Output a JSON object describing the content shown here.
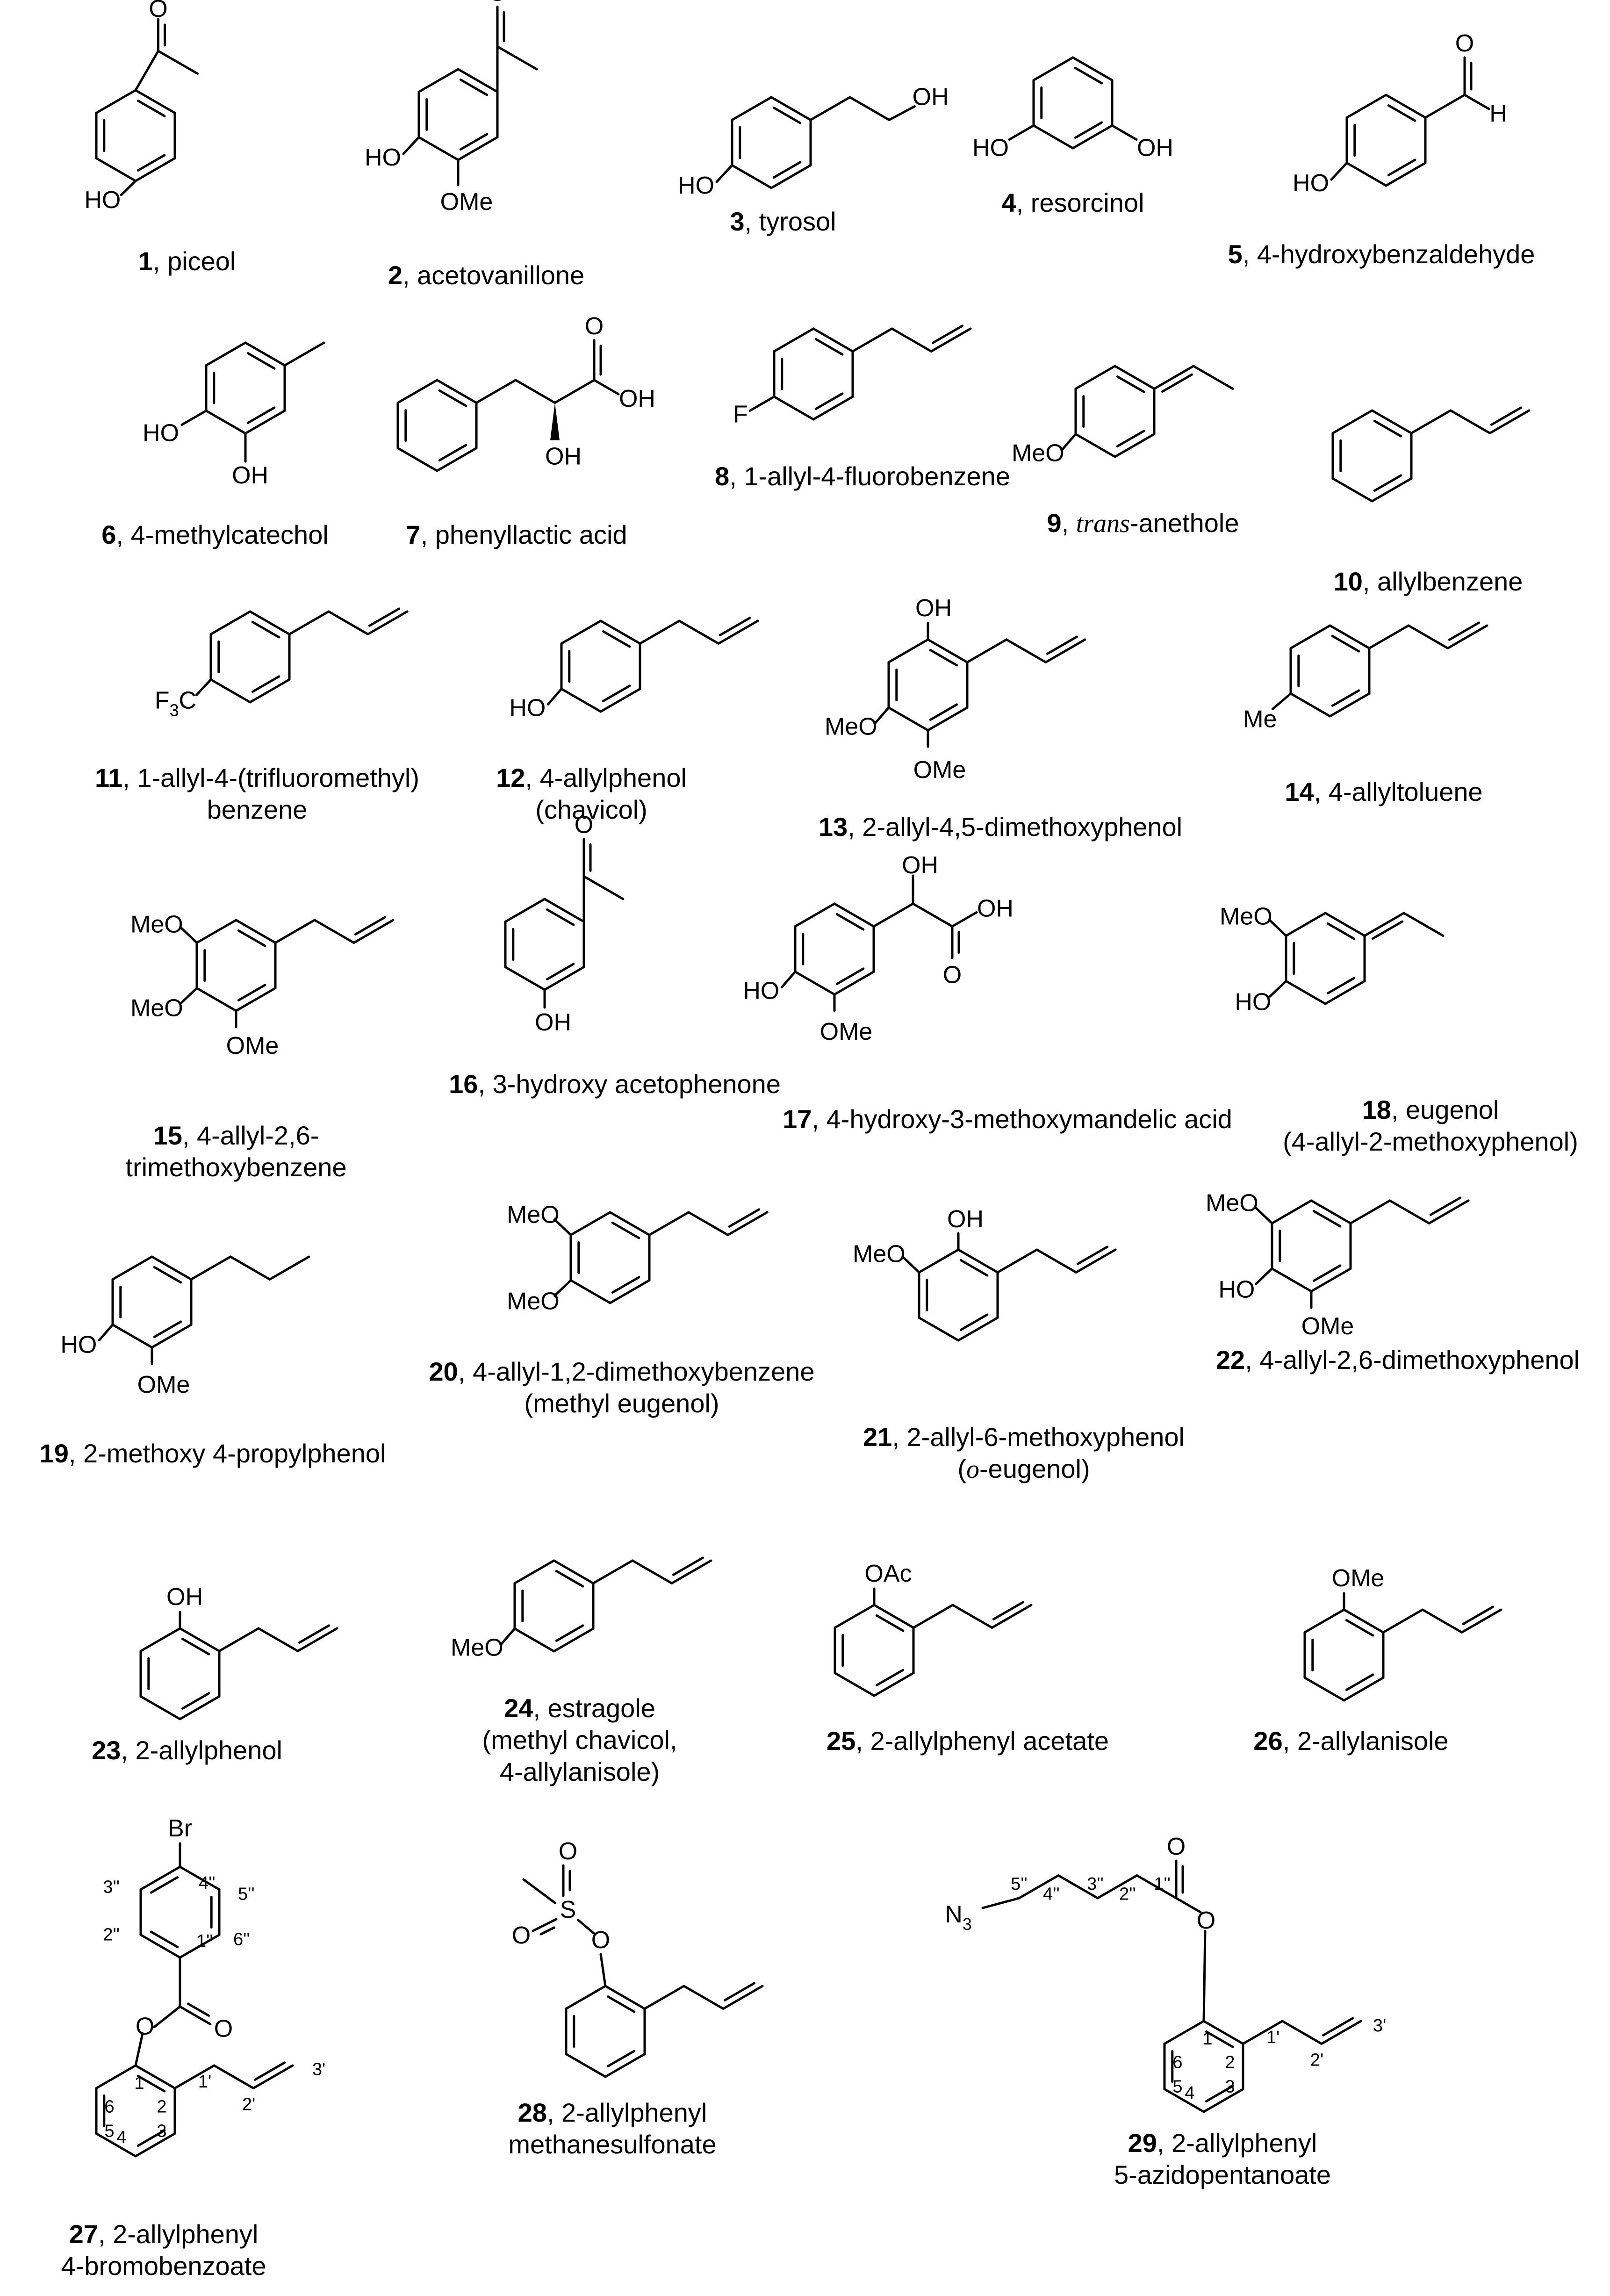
{
  "compounds": [
    {
      "num": "1",
      "lines": [
        [
          {
            "t": ", piceol"
          }
        ]
      ],
      "atoms": [
        "HO",
        "O"
      ]
    },
    {
      "num": "2",
      "lines": [
        [
          {
            "t": ", acetovanillone"
          }
        ]
      ],
      "atoms": [
        "HO",
        "OMe",
        "O"
      ]
    },
    {
      "num": "3",
      "lines": [
        [
          {
            "t": ", tyrosol"
          }
        ]
      ],
      "atoms": [
        "HO",
        "OH"
      ]
    },
    {
      "num": "4",
      "lines": [
        [
          {
            "t": ", resorcinol"
          }
        ]
      ],
      "atoms": [
        "HO",
        "OH"
      ]
    },
    {
      "num": "5",
      "lines": [
        [
          {
            "t": ", 4-hydroxybenzaldehyde"
          }
        ]
      ],
      "atoms": [
        "HO",
        "O",
        "H"
      ]
    },
    {
      "num": "6",
      "lines": [
        [
          {
            "t": ", 4-methylcatechol"
          }
        ]
      ],
      "atoms": [
        "HO",
        "OH"
      ]
    },
    {
      "num": "7",
      "lines": [
        [
          {
            "t": ", phenyllactic acid"
          }
        ]
      ],
      "atoms": [
        "O",
        "OH",
        "OH"
      ]
    },
    {
      "num": "8",
      "lines": [
        [
          {
            "t": ", 1-allyl-4-fluorobenzene"
          }
        ]
      ],
      "atoms": [
        "F"
      ]
    },
    {
      "num": "9",
      "lines": [
        [
          {
            "t": ", "
          },
          {
            "t": "trans",
            "i": true
          },
          {
            "t": "-anethole"
          }
        ]
      ],
      "atoms": [
        "MeO"
      ]
    },
    {
      "num": "10",
      "lines": [
        [
          {
            "t": ", allylbenzene"
          }
        ]
      ],
      "atoms": []
    },
    {
      "num": "11",
      "lines": [
        [
          {
            "t": ", 1-allyl-4-(trifluoromethyl)"
          }
        ],
        [
          {
            "t": "benzene"
          }
        ]
      ],
      "atoms": [
        "F3C"
      ]
    },
    {
      "num": "12",
      "lines": [
        [
          {
            "t": ", 4-allylphenol"
          }
        ],
        [
          {
            "t": "(chavicol)"
          }
        ]
      ],
      "atoms": [
        "HO"
      ]
    },
    {
      "num": "13",
      "lines": [
        [
          {
            "t": ", 2-allyl-4,5-dimethoxyphenol"
          }
        ]
      ],
      "atoms": [
        "OH",
        "MeO",
        "OMe"
      ]
    },
    {
      "num": "14",
      "lines": [
        [
          {
            "t": ", 4-allyltoluene"
          }
        ]
      ],
      "atoms": [
        "Me"
      ]
    },
    {
      "num": "15",
      "lines": [
        [
          {
            "t": ", 4-allyl-2,6-"
          }
        ],
        [
          {
            "t": "trimethoxybenzene"
          }
        ]
      ],
      "atoms": [
        "MeO",
        "MeO",
        "OMe"
      ]
    },
    {
      "num": "16",
      "lines": [
        [
          {
            "t": ", 3-hydroxy acetophenone"
          }
        ]
      ],
      "atoms": [
        "O",
        "OH"
      ]
    },
    {
      "num": "17",
      "lines": [
        [
          {
            "t": ", 4-hydroxy-3-methoxymandelic acid"
          }
        ]
      ],
      "atoms": [
        "OH",
        "OH",
        "O",
        "HO",
        "OMe"
      ]
    },
    {
      "num": "18",
      "lines": [
        [
          {
            "t": ", eugenol"
          }
        ],
        [
          {
            "t": "(4-allyl-2-methoxyphenol)"
          }
        ]
      ],
      "atoms": [
        "MeO",
        "HO"
      ]
    },
    {
      "num": "19",
      "lines": [
        [
          {
            "t": ", 2-methoxy 4-propylphenol"
          }
        ]
      ],
      "atoms": [
        "HO",
        "OMe"
      ]
    },
    {
      "num": "20",
      "lines": [
        [
          {
            "t": ", 4-allyl-1,2-dimethoxybenzene"
          }
        ],
        [
          {
            "t": "(methyl eugenol)"
          }
        ]
      ],
      "atoms": [
        "MeO",
        "MeO"
      ]
    },
    {
      "num": "21",
      "lines": [
        [
          {
            "t": ", 2-allyl-6-methoxyphenol"
          }
        ],
        [
          {
            "t": "("
          },
          {
            "t": "o",
            "i": true
          },
          {
            "t": "-eugenol)"
          }
        ]
      ],
      "atoms": [
        "OH",
        "MeO"
      ]
    },
    {
      "num": "22",
      "lines": [
        [
          {
            "t": ", 4-allyl-2,6-dimethoxyphenol"
          }
        ]
      ],
      "atoms": [
        "MeO",
        "HO",
        "OMe"
      ]
    },
    {
      "num": "23",
      "lines": [
        [
          {
            "t": ", 2-allylphenol"
          }
        ]
      ],
      "atoms": [
        "OH"
      ]
    },
    {
      "num": "24",
      "lines": [
        [
          {
            "t": ", estragole"
          }
        ],
        [
          {
            "t": "(methyl chavicol,"
          }
        ],
        [
          {
            "t": "4-allylanisole)"
          }
        ]
      ],
      "atoms": [
        "MeO"
      ]
    },
    {
      "num": "25",
      "lines": [
        [
          {
            "t": ", 2-allylphenyl acetate"
          }
        ]
      ],
      "atoms": [
        "OAc"
      ]
    },
    {
      "num": "26",
      "lines": [
        [
          {
            "t": ", 2-allylanisole"
          }
        ]
      ],
      "atoms": [
        "OMe"
      ]
    },
    {
      "num": "27",
      "lines": [
        [
          {
            "t": ", 2-allylphenyl"
          }
        ],
        [
          {
            "t": "4-bromobenzoate"
          }
        ]
      ],
      "atoms": [
        "Br",
        "O",
        "O"
      ],
      "positions": [
        "3''",
        "4''",
        "5''",
        "2''",
        "1''",
        "6''",
        "1",
        "6",
        "2",
        "5",
        "4",
        "3",
        "1'",
        "2'",
        "3'"
      ]
    },
    {
      "num": "28",
      "lines": [
        [
          {
            "t": ", 2-allylphenyl"
          }
        ],
        [
          {
            "t": "methanesulfonate"
          }
        ]
      ],
      "atoms": [
        "O",
        "S",
        "O",
        "O"
      ]
    },
    {
      "num": "29",
      "lines": [
        [
          {
            "t": ", 2-allylphenyl"
          }
        ],
        [
          {
            "t": "5-azidopentanoate"
          }
        ]
      ],
      "atoms": [
        "O",
        "O",
        "N3"
      ],
      "positions": [
        "5''",
        "4''",
        "3''",
        "2''",
        "1''",
        "1",
        "6",
        "2",
        "5",
        "4",
        "3",
        "1'",
        "2'",
        "3'"
      ]
    }
  ]
}
